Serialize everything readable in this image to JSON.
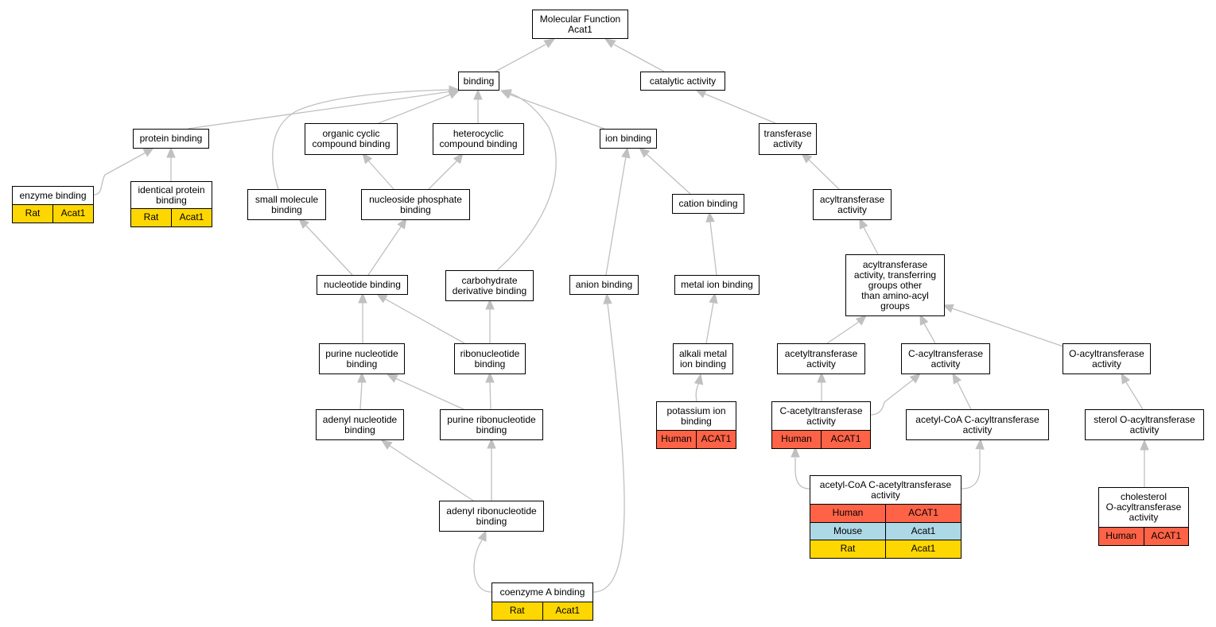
{
  "diagram": {
    "colors": {
      "edge": "#c0c0c0",
      "Human": "#ff6347",
      "Mouse": "#add8e6",
      "Rat": "#ffd700"
    },
    "nodes": [
      {
        "id": "mf",
        "label": "Molecular Function\nAcat1"
      },
      {
        "id": "binding",
        "label": "binding"
      },
      {
        "id": "catalytic",
        "label": "catalytic activity"
      },
      {
        "id": "protein_binding",
        "label": "protein binding"
      },
      {
        "id": "organic_cyclic",
        "label": "organic cyclic\ncompound binding"
      },
      {
        "id": "heterocyclic",
        "label": "heterocyclic\ncompound binding"
      },
      {
        "id": "ion_binding",
        "label": "ion binding"
      },
      {
        "id": "transferase",
        "label": "transferase\nactivity"
      },
      {
        "id": "enzyme_binding",
        "label": "enzyme binding",
        "annotations": [
          [
            "Rat",
            "Acat1"
          ]
        ]
      },
      {
        "id": "identical_protein",
        "label": "identical protein\nbinding",
        "annotations": [
          [
            "Rat",
            "Acat1"
          ]
        ]
      },
      {
        "id": "small_molecule",
        "label": "small molecule\nbinding"
      },
      {
        "id": "nucleoside_phosphate",
        "label": "nucleoside phosphate\nbinding"
      },
      {
        "id": "cation_binding",
        "label": "cation binding"
      },
      {
        "id": "acyltransferase",
        "label": "acyltransferase\nactivity"
      },
      {
        "id": "nucleotide_binding",
        "label": "nucleotide binding"
      },
      {
        "id": "carbohydrate_derivative",
        "label": "carbohydrate\nderivative binding"
      },
      {
        "id": "anion_binding",
        "label": "anion binding"
      },
      {
        "id": "metal_ion",
        "label": "metal ion binding"
      },
      {
        "id": "acyl_other",
        "label": "acyltransferase\nactivity, transferring\ngroups other\nthan amino-acyl\ngroups"
      },
      {
        "id": "purine_nucleotide",
        "label": "purine nucleotide\nbinding"
      },
      {
        "id": "ribonucleotide",
        "label": "ribonucleotide\nbinding"
      },
      {
        "id": "alkali_metal",
        "label": "alkali metal\nion binding"
      },
      {
        "id": "acetyltransferase",
        "label": "acetyltransferase\nactivity"
      },
      {
        "id": "c_acyltransferase",
        "label": "C-acyltransferase\nactivity"
      },
      {
        "id": "o_acyltransferase",
        "label": "O-acyltransferase\nactivity"
      },
      {
        "id": "adenyl_nucleotide",
        "label": "adenyl nucleotide\nbinding"
      },
      {
        "id": "purine_ribonucleotide",
        "label": "purine ribonucleotide\nbinding"
      },
      {
        "id": "potassium_ion",
        "label": "potassium ion\nbinding",
        "annotations": [
          [
            "Human",
            "ACAT1"
          ]
        ]
      },
      {
        "id": "c_acetyltransferase",
        "label": "C-acetyltransferase\nactivity",
        "annotations": [
          [
            "Human",
            "ACAT1"
          ]
        ]
      },
      {
        "id": "acetylcoa_c_acyl",
        "label": "acetyl-CoA C-acyltransferase\nactivity"
      },
      {
        "id": "sterol_o_acyl",
        "label": "sterol O-acyltransferase\nactivity"
      },
      {
        "id": "adenyl_ribonucleotide",
        "label": "adenyl ribonucleotide\nbinding"
      },
      {
        "id": "acetylcoa_c_acetyl",
        "label": "acetyl-CoA C-acetyltransferase\nactivity",
        "annotations": [
          [
            "Human",
            "ACAT1"
          ],
          [
            "Mouse",
            "Acat1"
          ],
          [
            "Rat",
            "Acat1"
          ]
        ]
      },
      {
        "id": "cholesterol_o_acyl",
        "label": "cholesterol\nO-acyltransferase\nactivity",
        "annotations": [
          [
            "Human",
            "ACAT1"
          ]
        ]
      },
      {
        "id": "coenzyme_a",
        "label": "coenzyme A binding",
        "annotations": [
          [
            "Rat",
            "Acat1"
          ]
        ]
      }
    ]
  }
}
